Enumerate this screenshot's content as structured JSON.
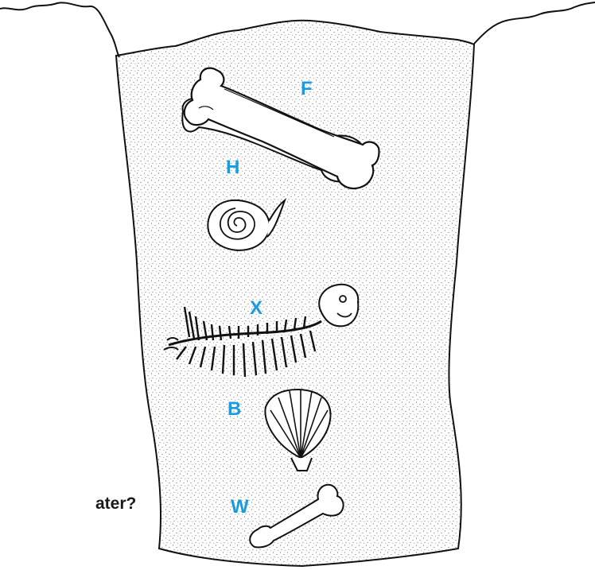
{
  "question_fragment": "ater?",
  "label_color": "#1a9be0",
  "fossils": [
    {
      "label": "F",
      "icon": "large-bone"
    },
    {
      "label": "H",
      "icon": "snail-shell"
    },
    {
      "label": "X",
      "icon": "fish-skeleton"
    },
    {
      "label": "B",
      "icon": "scallop-shell"
    },
    {
      "label": "W",
      "icon": "small-bone"
    }
  ]
}
